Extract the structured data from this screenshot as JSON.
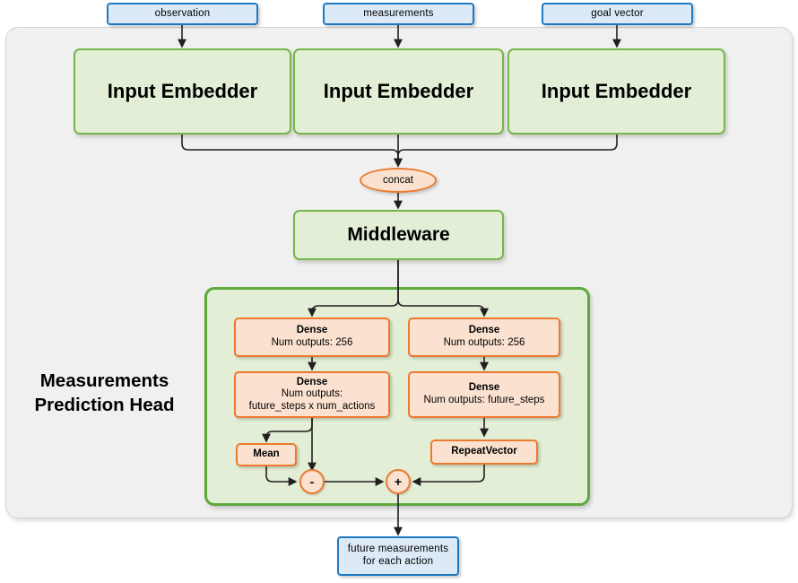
{
  "diagram": {
    "title": "Measurements Prediction Head network architecture",
    "colors": {
      "outer_container_fill": "#f0f0f0",
      "outer_container_border": "#d4d4d4",
      "io_fill": "#dce9f7",
      "io_border": "#1f7ac4",
      "module_fill": "#e2eed5",
      "module_border": "#76b64a",
      "group_border": "#5fa83c",
      "op_fill": "#fbe2d0",
      "op_border": "#ec7a2e",
      "wire": "#231f20"
    }
  },
  "inputs": [
    {
      "label": "observation"
    },
    {
      "label": "measurements"
    },
    {
      "label": "goal vector"
    }
  ],
  "embedders": [
    {
      "label": "Input Embedder"
    },
    {
      "label": "Input Embedder"
    },
    {
      "label": "Input Embedder"
    }
  ],
  "concat": {
    "label": "concat"
  },
  "middleware": {
    "label": "Middleware"
  },
  "head": {
    "label_line1": "Measurements",
    "label_line2": "Prediction Head",
    "left_branch": {
      "dense1": {
        "title": "Dense",
        "line2": "Num outputs: 256"
      },
      "dense2": {
        "title": "Dense",
        "line2": "Num outputs:",
        "line3": "future_steps x num_actions"
      },
      "mean": {
        "title": "Mean"
      }
    },
    "right_branch": {
      "dense1": {
        "title": "Dense",
        "line2": "Num outputs: 256"
      },
      "dense2": {
        "title": "Dense",
        "line2": "Num outputs: future_steps"
      },
      "repeat_vector": {
        "title": "RepeatVector"
      }
    },
    "ops": {
      "subtract": {
        "symbol": "-"
      },
      "add": {
        "symbol": "+"
      }
    }
  },
  "output": {
    "line1": "future measurements",
    "line2": "for each action"
  }
}
